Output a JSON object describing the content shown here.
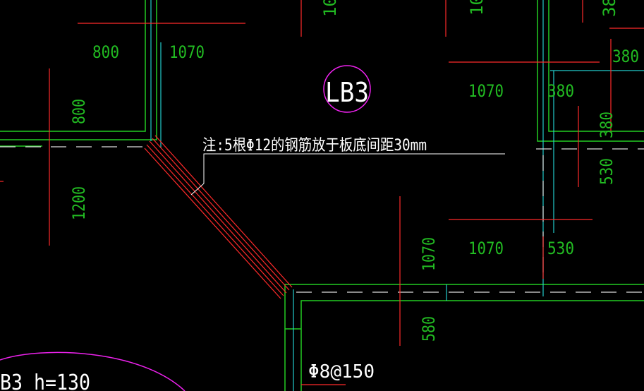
{
  "colors": {
    "background": "#000000",
    "wall_green": "#22cc22",
    "axis_cyan": "#22cccc",
    "rebar_red": "#ff2a2a",
    "label_magenta": "#ee22ee",
    "text_white": "#ffffff",
    "dim_green": "#22bb22",
    "dashed_white": "#dddddd"
  },
  "slab_tag": "LB3",
  "note": "注:5根Φ12的钢筋放于板底间距30mm",
  "rebar_spec": "Φ8@150",
  "slab_thickness": "B3 h=130",
  "dimensions": {
    "d800_top": "800",
    "d1070_top_left": "1070",
    "d800_left": "800",
    "d1200_left": "1200",
    "d1070_mid_right": "1070",
    "d380_mid_right": "380",
    "d380_right": "380",
    "d380_right_vert": "380",
    "d530_right_vert": "530",
    "d1070_bottom_right": "1070",
    "d530_bottom_right": "530",
    "d1070_vert_center": "1070",
    "d580_vert_center": "580",
    "d10_top_clip": "10",
    "d10_top_right_clip": "10",
    "d38_top_far_clip": "38"
  }
}
